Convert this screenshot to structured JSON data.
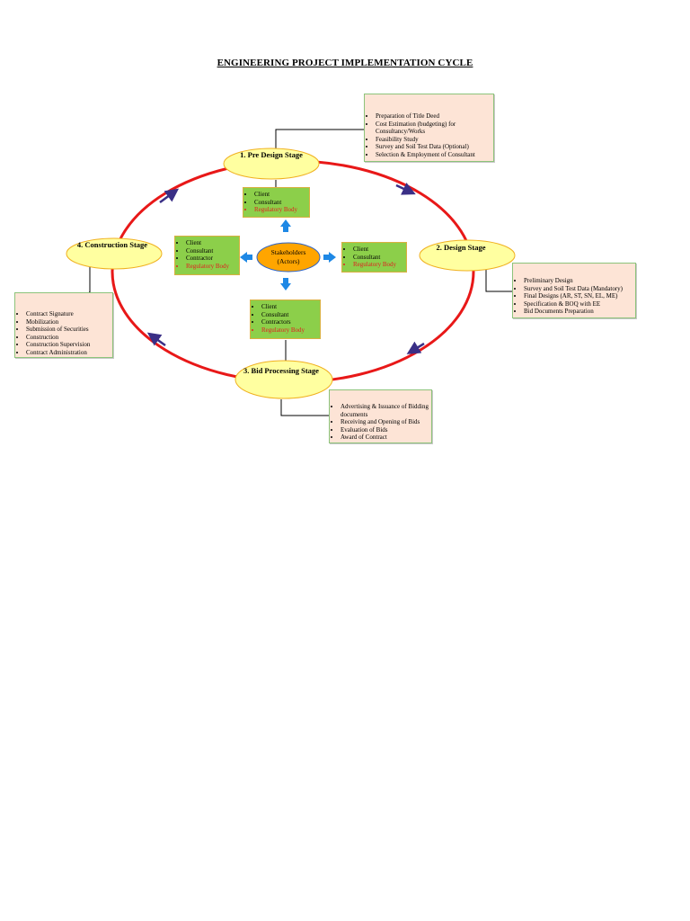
{
  "title": "ENGINEERING PROJECT IMPLEMENTATION CYCLE",
  "center": {
    "line1": "Stakeholders",
    "line2": "(Actors)"
  },
  "stages": {
    "pre_design": "1. Pre Design Stage",
    "design": "2. Design Stage",
    "bid": "3. Bid Processing Stage",
    "construction": "4. Construction Stage"
  },
  "pre_design_activities": [
    "Preparation of Title Deed",
    "Cost Estimation (budgeting) for Consultancy/Works",
    "Feasibility Study",
    "Survey and Soil Test Data (Optional)",
    "Selection & Employment of Consultant"
  ],
  "design_activities": [
    "Preliminary Design",
    "Survey and Soil Test Data (Mandatory)",
    "Final Designs (AR, ST, SN, EL, ME)",
    "Specification & BOQ with EE",
    "Bid Documents Preparation"
  ],
  "bid_activities": [
    "Advertising & Issuance of Bidding documents",
    "Receiving and Opening of Bids",
    "Evaluation of Bids",
    "Award of Contract"
  ],
  "construction_activities": [
    "Contract Signature",
    "Mobilization",
    "Submission of Securities",
    "Construction",
    "Construction Supervision",
    "Contract Administration"
  ],
  "stakeholders_top": [
    "Client",
    "Consultant",
    "Regulatory Body"
  ],
  "stakeholders_right": [
    "Client",
    "Consultant",
    "Regulatory Body"
  ],
  "stakeholders_bottom": [
    "Client",
    "Consultant",
    "Contractors",
    "Regulatory Body"
  ],
  "stakeholders_left": [
    "Client",
    "Consultant",
    "Contractor",
    "Regulatory Body"
  ],
  "colors": {
    "cycle": "#e81818",
    "stage_fill": "#ffffa0",
    "center_fill": "#ffa500",
    "green_box": "#8ccf4a",
    "peach_box": "#fde4d6",
    "arrow_blue": "#1e88e5",
    "flow_arrow": "#3a2f86",
    "highlight_text": "#e02020"
  }
}
